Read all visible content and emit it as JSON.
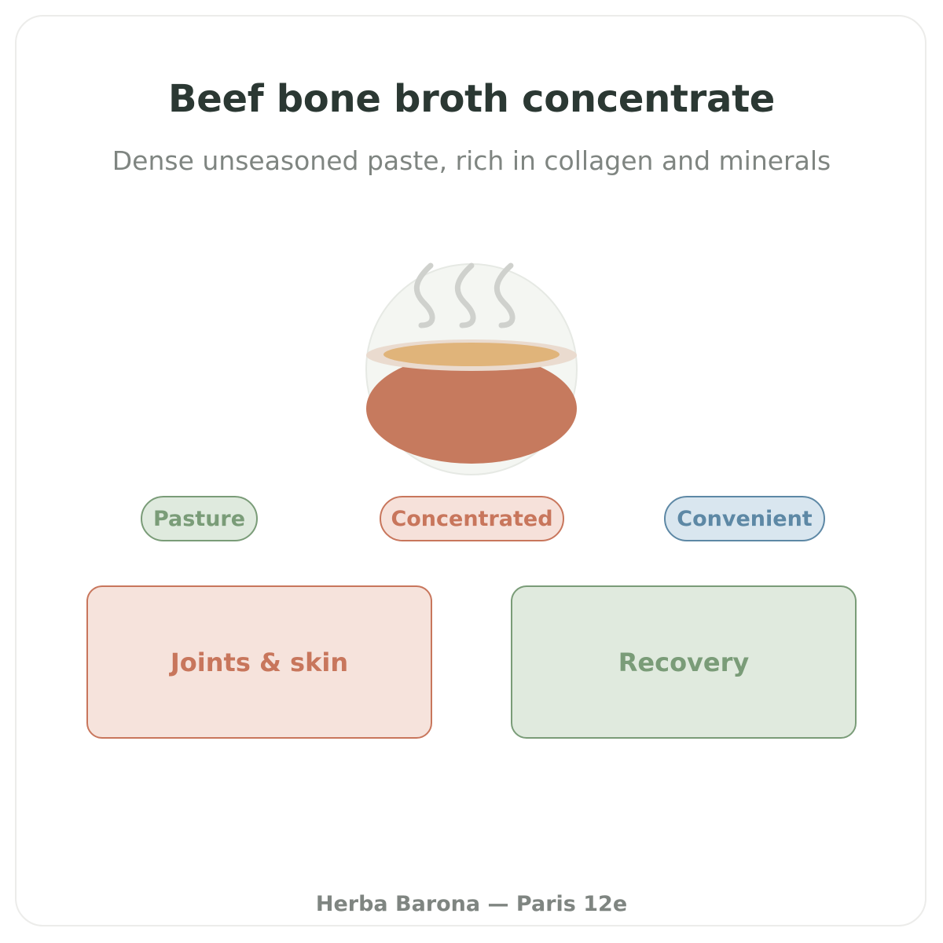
{
  "header": {
    "title": "Beef bone broth concentrate",
    "subtitle": "Dense unseasoned paste, rich in collagen and minerals"
  },
  "illustration": {
    "icon": "broth-pot-icon",
    "colors": {
      "circle_bg": "#f4f6f2",
      "pot": "#c67a5e",
      "rim": "#eadbcf",
      "broth": "#e0b47a",
      "steam": "#cfd1cd"
    }
  },
  "tags": [
    {
      "label": "Pasture",
      "color": "#7a9c78"
    },
    {
      "label": "Concentrated",
      "color": "#c8765c"
    },
    {
      "label": "Convenient",
      "color": "#5d88a5"
    }
  ],
  "benefits": [
    {
      "label": "Joints & skin",
      "color": "#c8765c"
    },
    {
      "label": "Recovery",
      "color": "#7a9c78"
    }
  ],
  "footer": {
    "text": "Herba Barona — Paris 12e"
  }
}
